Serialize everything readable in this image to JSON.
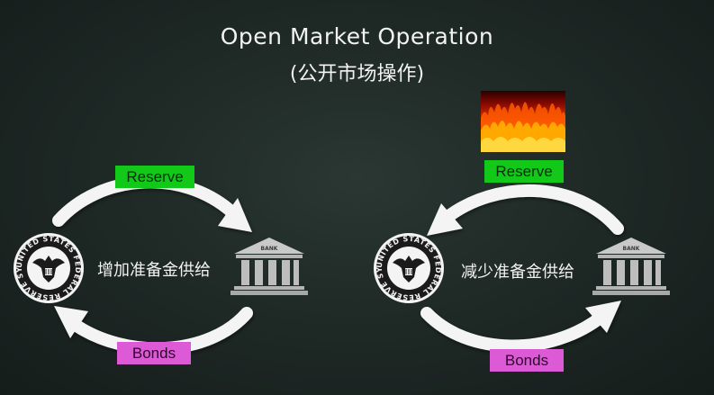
{
  "header": {
    "title": "Open Market Operation",
    "subtitle": "(公开市场操作)"
  },
  "left_panel": {
    "reserve_label": "Reserve",
    "bonds_label": "Bonds",
    "action_text": "增加准备金供给",
    "fed_seal_text": "UNITED STATES FEDERAL RESERVE SYSTEM",
    "bank_sign": "BANK"
  },
  "right_panel": {
    "reserve_label": "Reserve",
    "bonds_label": "Bonds",
    "action_text": "减少准备金供给",
    "fed_seal_text": "UNITED STATES FEDERAL RESERVE SYSTEM",
    "bank_sign": "BANK"
  },
  "colors": {
    "reserve_label_bg": "#12c91a",
    "bonds_label_bg": "#dc5ad6",
    "arrow": "#f4f4f4",
    "background": "#1d2724"
  },
  "icons": {
    "fed_seal": "federal-reserve-seal-icon",
    "bank": "bank-building-icon",
    "fire": "fire-icon",
    "arrow": "curved-arrow-icon"
  }
}
